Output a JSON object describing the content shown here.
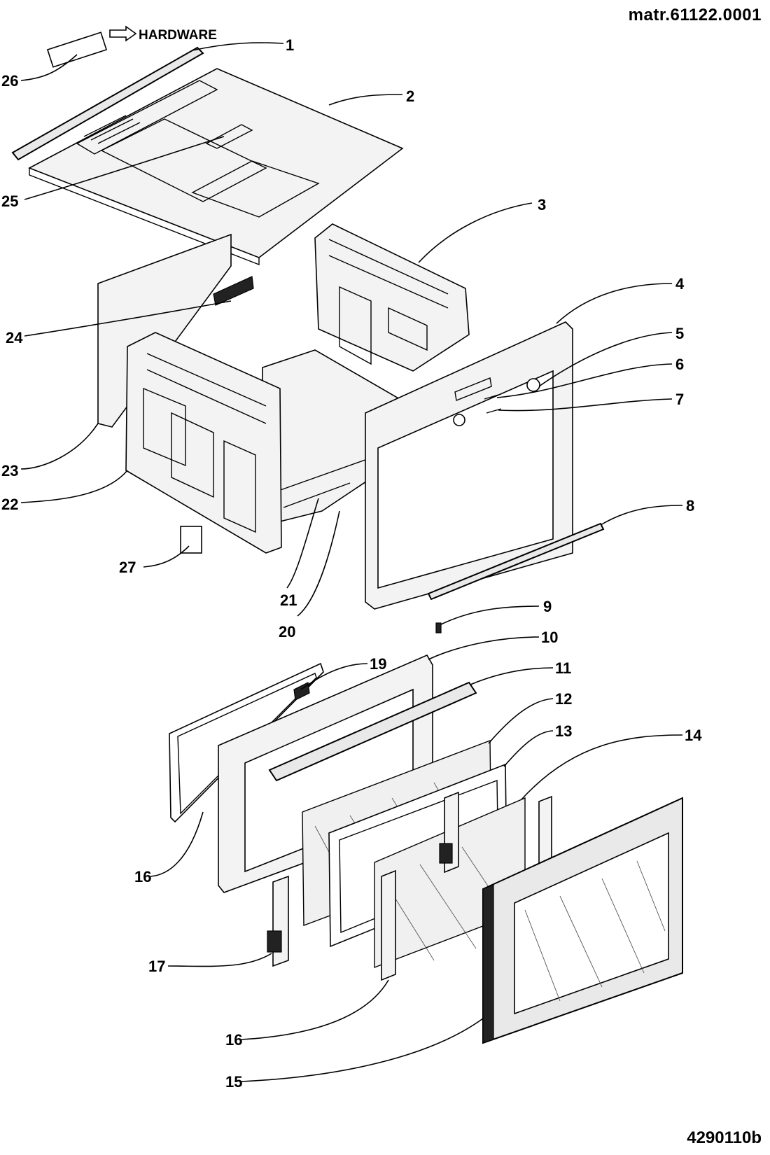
{
  "header": {
    "material_code": "matr.61122.0001"
  },
  "footer": {
    "drawing_number": "4290110b"
  },
  "hardware_note": {
    "label": "HARDWARE"
  },
  "callouts": [
    {
      "id": "1",
      "label": "1"
    },
    {
      "id": "2",
      "label": "2"
    },
    {
      "id": "3",
      "label": "3"
    },
    {
      "id": "4",
      "label": "4"
    },
    {
      "id": "5",
      "label": "5"
    },
    {
      "id": "6",
      "label": "6"
    },
    {
      "id": "7",
      "label": "7"
    },
    {
      "id": "8",
      "label": "8"
    },
    {
      "id": "9",
      "label": "9"
    },
    {
      "id": "10",
      "label": "10"
    },
    {
      "id": "11",
      "label": "11"
    },
    {
      "id": "12",
      "label": "12"
    },
    {
      "id": "13",
      "label": "13"
    },
    {
      "id": "14",
      "label": "14"
    },
    {
      "id": "15",
      "label": "15"
    },
    {
      "id": "16a",
      "label": "16"
    },
    {
      "id": "16b",
      "label": "16"
    },
    {
      "id": "17",
      "label": "17"
    },
    {
      "id": "19",
      "label": "19"
    },
    {
      "id": "20",
      "label": "20"
    },
    {
      "id": "21",
      "label": "21"
    },
    {
      "id": "22",
      "label": "22"
    },
    {
      "id": "23",
      "label": "23"
    },
    {
      "id": "24",
      "label": "24"
    },
    {
      "id": "25",
      "label": "25"
    },
    {
      "id": "26",
      "label": "26"
    },
    {
      "id": "27",
      "label": "27"
    }
  ]
}
